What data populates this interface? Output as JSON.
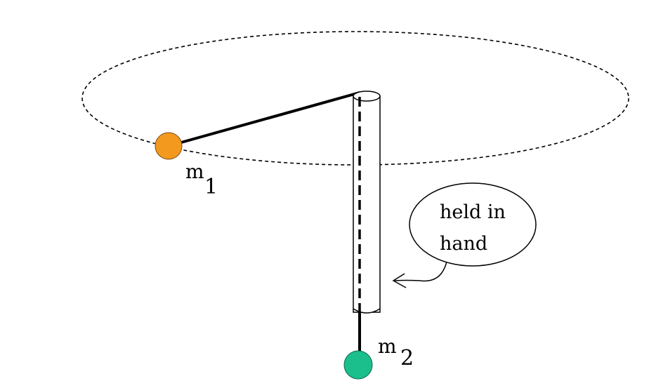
{
  "diagram": {
    "mass_1": {
      "symbol": "m",
      "subscript": "1",
      "color": "#f39a1e"
    },
    "mass_2": {
      "symbol": "m",
      "subscript": "2",
      "color": "#1abf8c"
    },
    "callout": {
      "line_1": "held in",
      "line_2": "hand"
    },
    "colors": {
      "ink": "#000000",
      "background": "#ffffff"
    }
  }
}
